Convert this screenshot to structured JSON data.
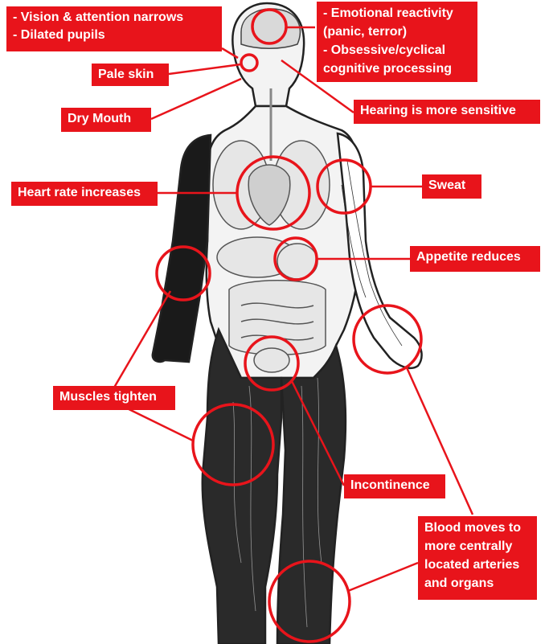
{
  "accent_color": "#e8141b",
  "labels": {
    "vision": [
      "- Vision & attention narrows",
      "- Dilated pupils"
    ],
    "emotional": [
      "- Emotional reactivity",
      "(panic, terror)",
      "- Obsessive/cyclical",
      "cognitive processing"
    ],
    "pale_skin": "Pale skin",
    "dry_mouth": "Dry Mouth",
    "hearing": "Hearing is more sensitive",
    "heart_rate": "Heart rate increases",
    "sweat": "Sweat",
    "appetite": "Appetite reduces",
    "muscles": "Muscles tighten",
    "incontinence": "Incontinence",
    "blood": [
      "Blood moves to",
      "more centrally",
      "located arteries",
      "and organs"
    ]
  }
}
